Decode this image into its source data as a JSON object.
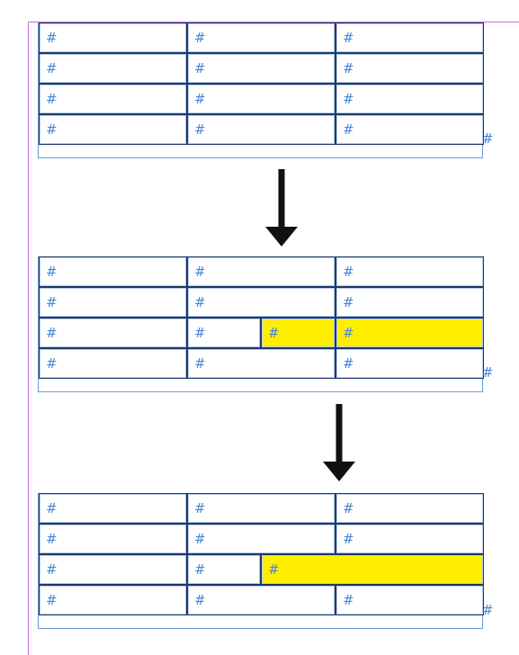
{
  "cell_mark": "#",
  "end_mark": "#",
  "colors": {
    "highlight": "#ffee00",
    "marker": "#4a8ad6",
    "cell_border": "#1a3a6a",
    "frame_border": "#6a9ad6",
    "guide": "#c56bd6",
    "arrow": "#111111"
  },
  "icons": {
    "arrow": "arrow-down-icon"
  },
  "tables": [
    {
      "name": "original",
      "rows": [
        [
          {
            "text": "#"
          },
          {
            "text": "#"
          },
          {
            "text": "#"
          }
        ],
        [
          {
            "text": "#"
          },
          {
            "text": "#"
          },
          {
            "text": "#"
          }
        ],
        [
          {
            "text": "#"
          },
          {
            "text": "#"
          },
          {
            "text": "#"
          }
        ],
        [
          {
            "text": "#"
          },
          {
            "text": "#"
          },
          {
            "text": "#"
          }
        ]
      ]
    },
    {
      "name": "split-selected",
      "rows": [
        [
          {
            "text": "#"
          },
          {
            "text": "#"
          },
          {
            "text": "#"
          }
        ],
        [
          {
            "text": "#"
          },
          {
            "text": "#"
          },
          {
            "text": "#"
          }
        ],
        [
          {
            "text": "#"
          },
          {
            "text": "#"
          },
          {
            "text": "#",
            "highlighted": true
          },
          {
            "text": "#",
            "highlighted": true
          }
        ],
        [
          {
            "text": "#"
          },
          {
            "text": "#"
          },
          {
            "text": "#"
          }
        ]
      ]
    },
    {
      "name": "merged",
      "rows": [
        [
          {
            "text": "#"
          },
          {
            "text": "#"
          },
          {
            "text": "#"
          }
        ],
        [
          {
            "text": "#"
          },
          {
            "text": "#"
          },
          {
            "text": "#"
          }
        ],
        [
          {
            "text": "#"
          },
          {
            "text": "#"
          },
          {
            "text": "#",
            "highlighted": true
          }
        ],
        [
          {
            "text": "#"
          },
          {
            "text": "#"
          },
          {
            "text": "#"
          }
        ]
      ]
    }
  ]
}
